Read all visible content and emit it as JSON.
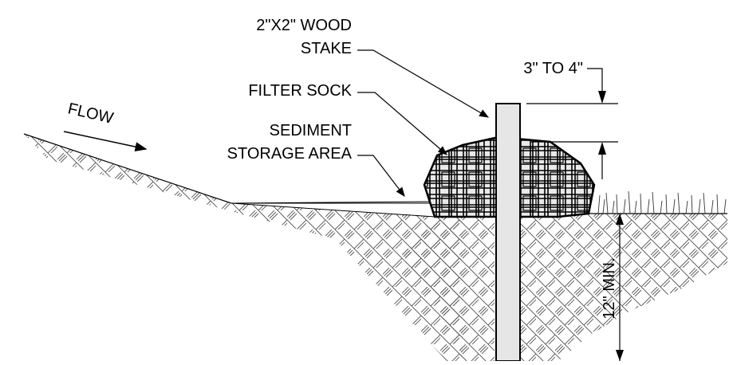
{
  "labels": {
    "stake": [
      "2\"X2\" WOOD",
      "STAKE"
    ],
    "sock": "FILTER SOCK",
    "storage": [
      "SEDIMENT",
      "STORAGE AREA"
    ],
    "flow": "FLOW",
    "dim_top": "3\" TO 4\"",
    "dim_depth": "12\" MIN."
  }
}
